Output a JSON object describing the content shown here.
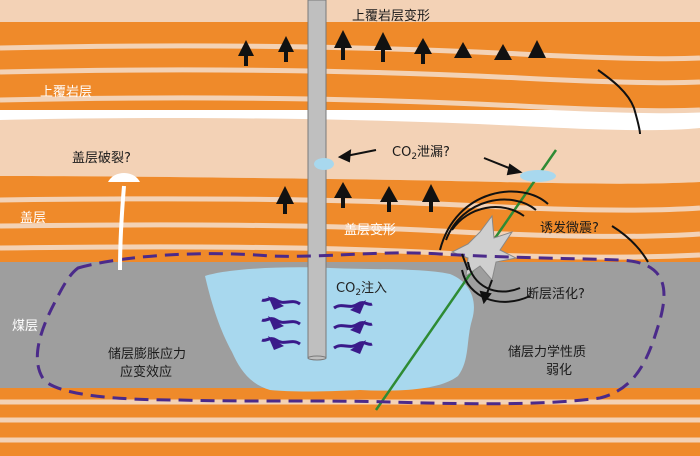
{
  "labels": {
    "overburden_deformation": "上覆岩层变形",
    "overburden": "上覆岩层",
    "caprock_fracture": "盖层破裂?",
    "co2_leak_prefix": "CO",
    "co2_leak_sub": "2",
    "co2_leak_suffix": "泄漏?",
    "caprock": "盖层",
    "caprock_deformation": "盖层变形",
    "induced_seismicity": "诱发微震?",
    "co2_inject_prefix": "CO",
    "co2_inject_sub": "2",
    "co2_inject_suffix": "注入",
    "fault_reactivation": "断层活化?",
    "coal_seam": "煤层",
    "swelling_line1": "储层膨胀应力",
    "swelling_line2": "应变效应",
    "weakening_line1": "储层力学性质",
    "weakening_line2": "弱化"
  },
  "colors": {
    "orange_layer": "#ef8a2a",
    "light_layer": "#f3d2b6",
    "coal": "#9e9e9e",
    "co2_plume": "#a8d8ee",
    "wellbore": "#bfbfbf",
    "fault": "#2e8b34",
    "dashed_boundary": "#4b2a8a",
    "arrows_purple": "#3a1a8a"
  },
  "icons": {
    "deformation_marker": "triangle-up-on-post",
    "swelling_arrows": "purple-wavy-arrows",
    "seismic_burst": "star-burst"
  }
}
